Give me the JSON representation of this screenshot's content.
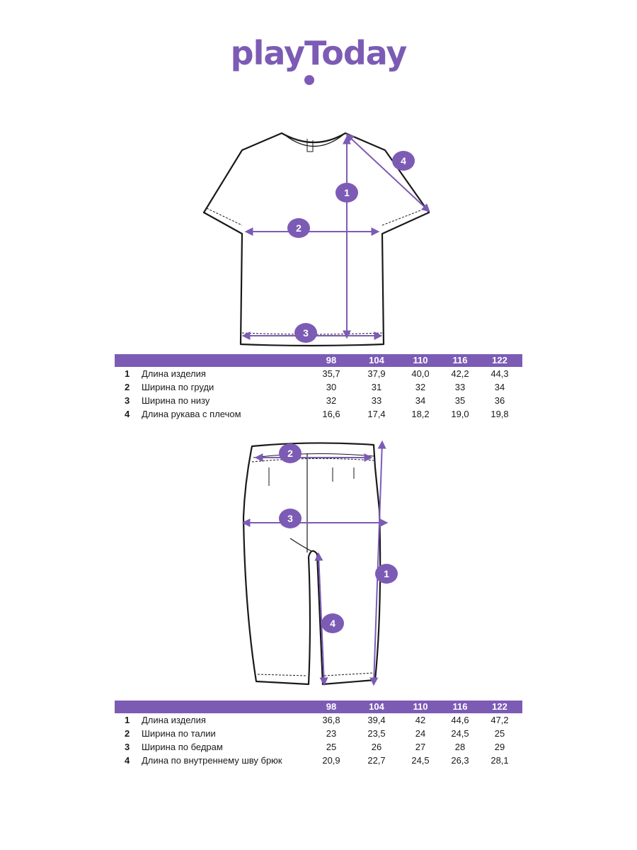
{
  "brand": {
    "logo_text": "playToday",
    "color": "#7c5bb5"
  },
  "shirt": {
    "markers": [
      "1",
      "2",
      "3",
      "4"
    ],
    "table": {
      "sizes": [
        "98",
        "104",
        "110",
        "116",
        "122"
      ],
      "rows": [
        {
          "num": "1",
          "label": "Длина изделия",
          "values": [
            "35,7",
            "37,9",
            "40,0",
            "42,2",
            "44,3"
          ]
        },
        {
          "num": "2",
          "label": "Ширина по груди",
          "values": [
            "30",
            "31",
            "32",
            "33",
            "34"
          ]
        },
        {
          "num": "3",
          "label": "Ширина по низу",
          "values": [
            "32",
            "33",
            "34",
            "35",
            "36"
          ]
        },
        {
          "num": "4",
          "label": "Длина рукава с плечом",
          "values": [
            "16,6",
            "17,4",
            "18,2",
            "19,0",
            "19,8"
          ]
        }
      ]
    }
  },
  "pants": {
    "markers": [
      "1",
      "2",
      "3",
      "4"
    ],
    "table": {
      "sizes": [
        "98",
        "104",
        "110",
        "116",
        "122"
      ],
      "rows": [
        {
          "num": "1",
          "label": "Длина изделия",
          "values": [
            "36,8",
            "39,4",
            "42",
            "44,6",
            "47,2"
          ]
        },
        {
          "num": "2",
          "label": "Ширина по талии",
          "values": [
            "23",
            "23,5",
            "24",
            "24,5",
            "25"
          ]
        },
        {
          "num": "3",
          "label": "Ширина по бедрам",
          "values": [
            "25",
            "26",
            "27",
            "28",
            "29"
          ]
        },
        {
          "num": "4",
          "label": "Длина по внутреннему шву брюк",
          "values": [
            "20,9",
            "22,7",
            "24,5",
            "26,3",
            "28,1"
          ]
        }
      ]
    }
  }
}
